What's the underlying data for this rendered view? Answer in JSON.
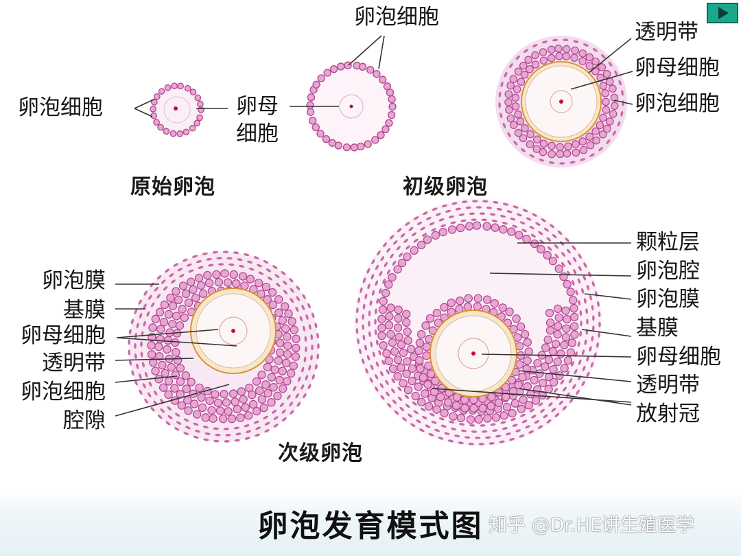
{
  "labels": {
    "primordial": {
      "follicle_cell": "卵泡细胞",
      "oocyte_line1": "卵母",
      "oocyte_line2": "细胞"
    },
    "top_center": {
      "follicle_cell": "卵泡细胞"
    },
    "primary": {
      "zona": "透明带",
      "oocyte": "卵母细胞",
      "follicle_cell": "卵泡细胞"
    },
    "secondary": {
      "theca": "卵泡膜",
      "basement": "基膜",
      "oocyte": "卵母细胞",
      "zona": "透明带",
      "follicle_cell": "卵泡细胞",
      "cavity": "腔隙"
    },
    "mature": {
      "granulosa": "颗粒层",
      "antrum": "卵泡腔",
      "theca": "卵泡膜",
      "basement": "基膜",
      "oocyte": "卵母细胞",
      "zona": "透明带",
      "corona": "放射冠"
    }
  },
  "captions": {
    "primordial": "原始卵泡",
    "primary": "初级卵泡",
    "secondary": "次级卵泡"
  },
  "title": "卵泡发育模式图",
  "watermark": "知乎 @Dr.HE讲生殖医学",
  "play_button": {
    "icon": "play-icon"
  },
  "colors": {
    "cell_stroke": "#b0468e",
    "cell_fill": "#e8a6d3",
    "tissue": "#f3dcef",
    "zona": "#d9913a",
    "nucleus": "#c01030",
    "play_button": "#1aa88c"
  }
}
